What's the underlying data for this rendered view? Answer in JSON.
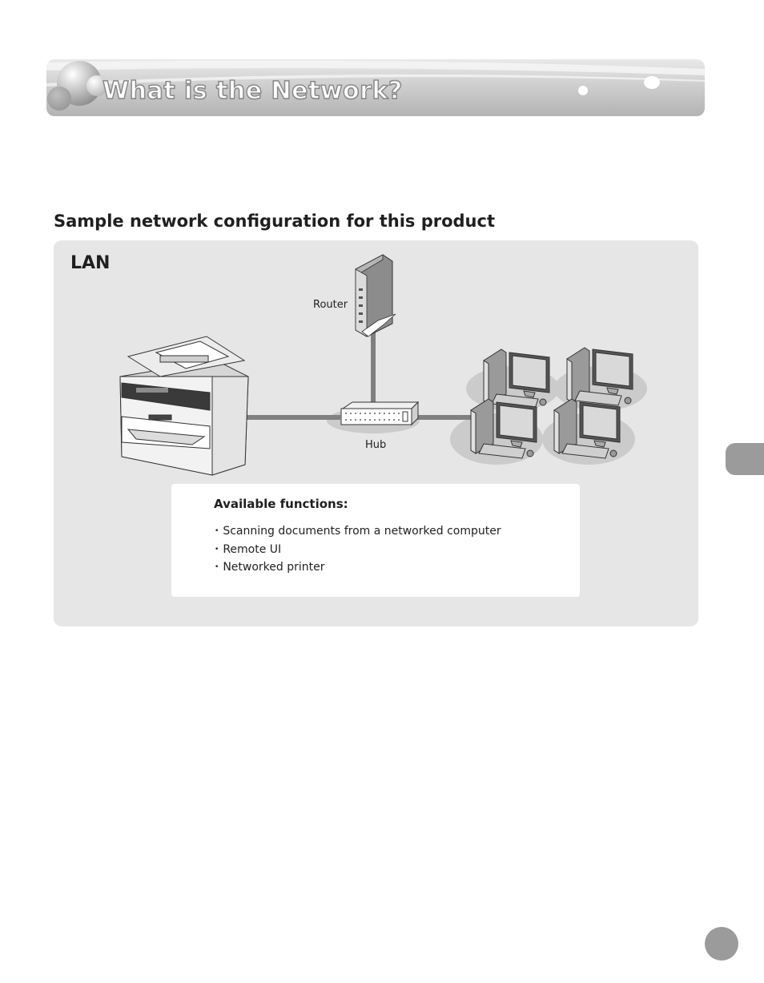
{
  "page": {
    "title": "What is the Network?"
  },
  "section": {
    "heading": "Sample network configuration for this product"
  },
  "diagram": {
    "network_label": "LAN",
    "router_label": "Router",
    "hub_label": "Hub",
    "icons": [
      "multifunction-printer-icon",
      "router-icon",
      "hub-icon",
      "desktop-computer-icon"
    ]
  },
  "functions": {
    "title": "Available functions:",
    "items": [
      "Scanning documents from a networked computer",
      "Remote UI",
      "Networked printer"
    ]
  },
  "colors": {
    "panel_bg": "#e6e6e6",
    "cable": "#808080",
    "tab": "#9b9b9b"
  }
}
